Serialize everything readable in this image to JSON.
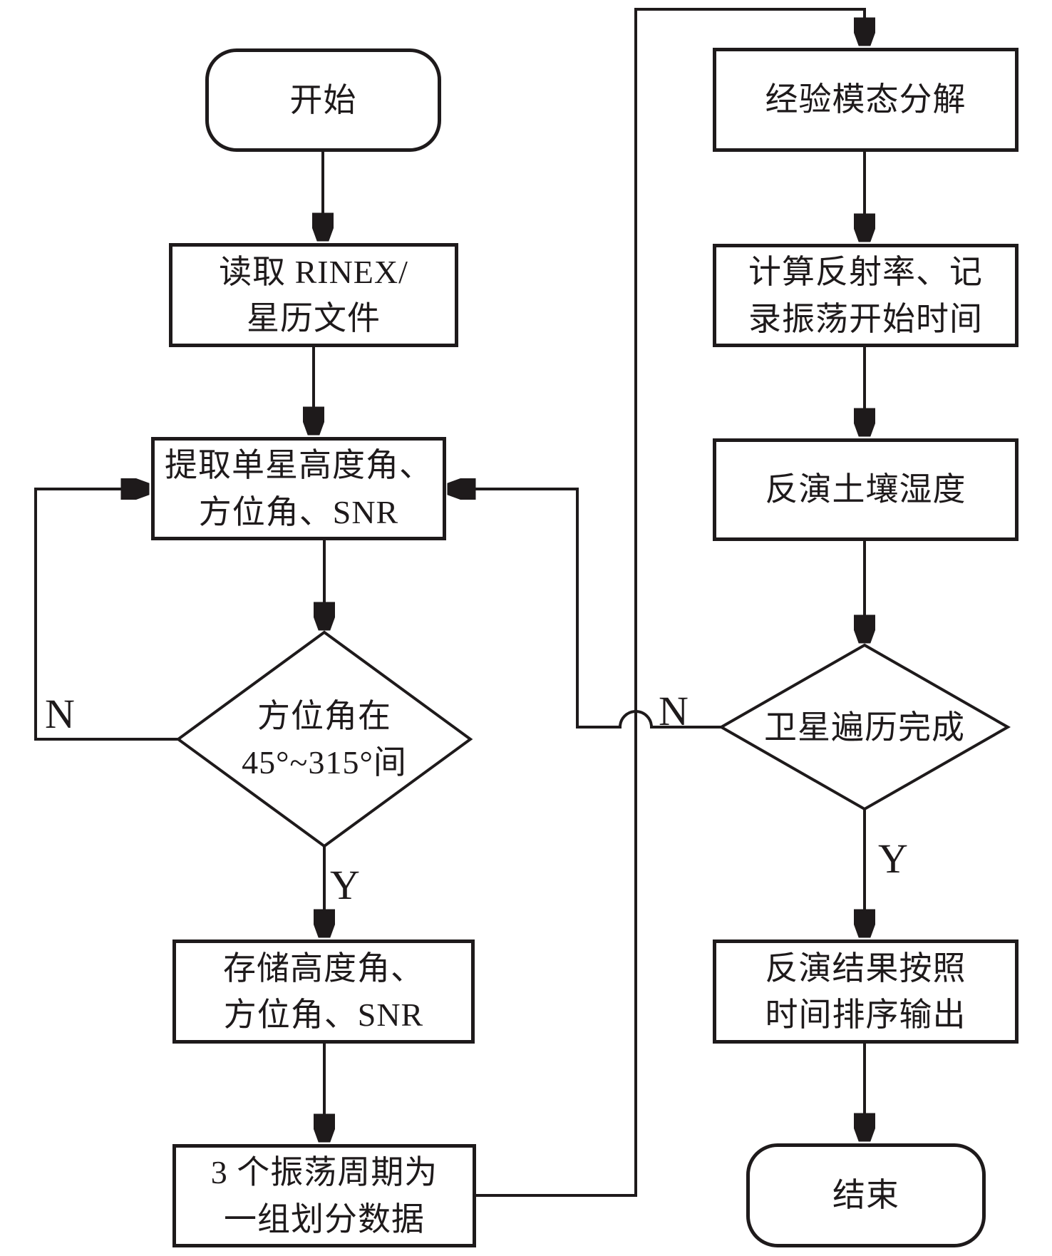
{
  "diagram": {
    "title": "GNSS-IR soil moisture retrieval flowchart",
    "colors": {
      "ink": "#1e1a1b",
      "background": "#ffffff"
    },
    "nodes": {
      "start": "开始",
      "read_rinex": "读取 RINEX/\n星历文件",
      "extract": "提取单星高度角、\n方位角、SNR",
      "azimuth_check": "方位角在\n45°~315°间",
      "store": "存储高度角、\n方位角、SNR",
      "group_data": "3 个振荡周期为\n一组划分数据",
      "emd": "经验模态分解",
      "reflectivity": "计算反射率、记\n录振荡开始时间",
      "soil_moisture": "反演土壤湿度",
      "satellite_check": "卫星遍历完成",
      "output_sorted": "反演结果按照\n时间排序输出",
      "end": "结束"
    },
    "edge_labels": {
      "azimuth_no": "N",
      "azimuth_yes": "Y",
      "satellite_no": "N",
      "satellite_yes": "Y"
    }
  }
}
